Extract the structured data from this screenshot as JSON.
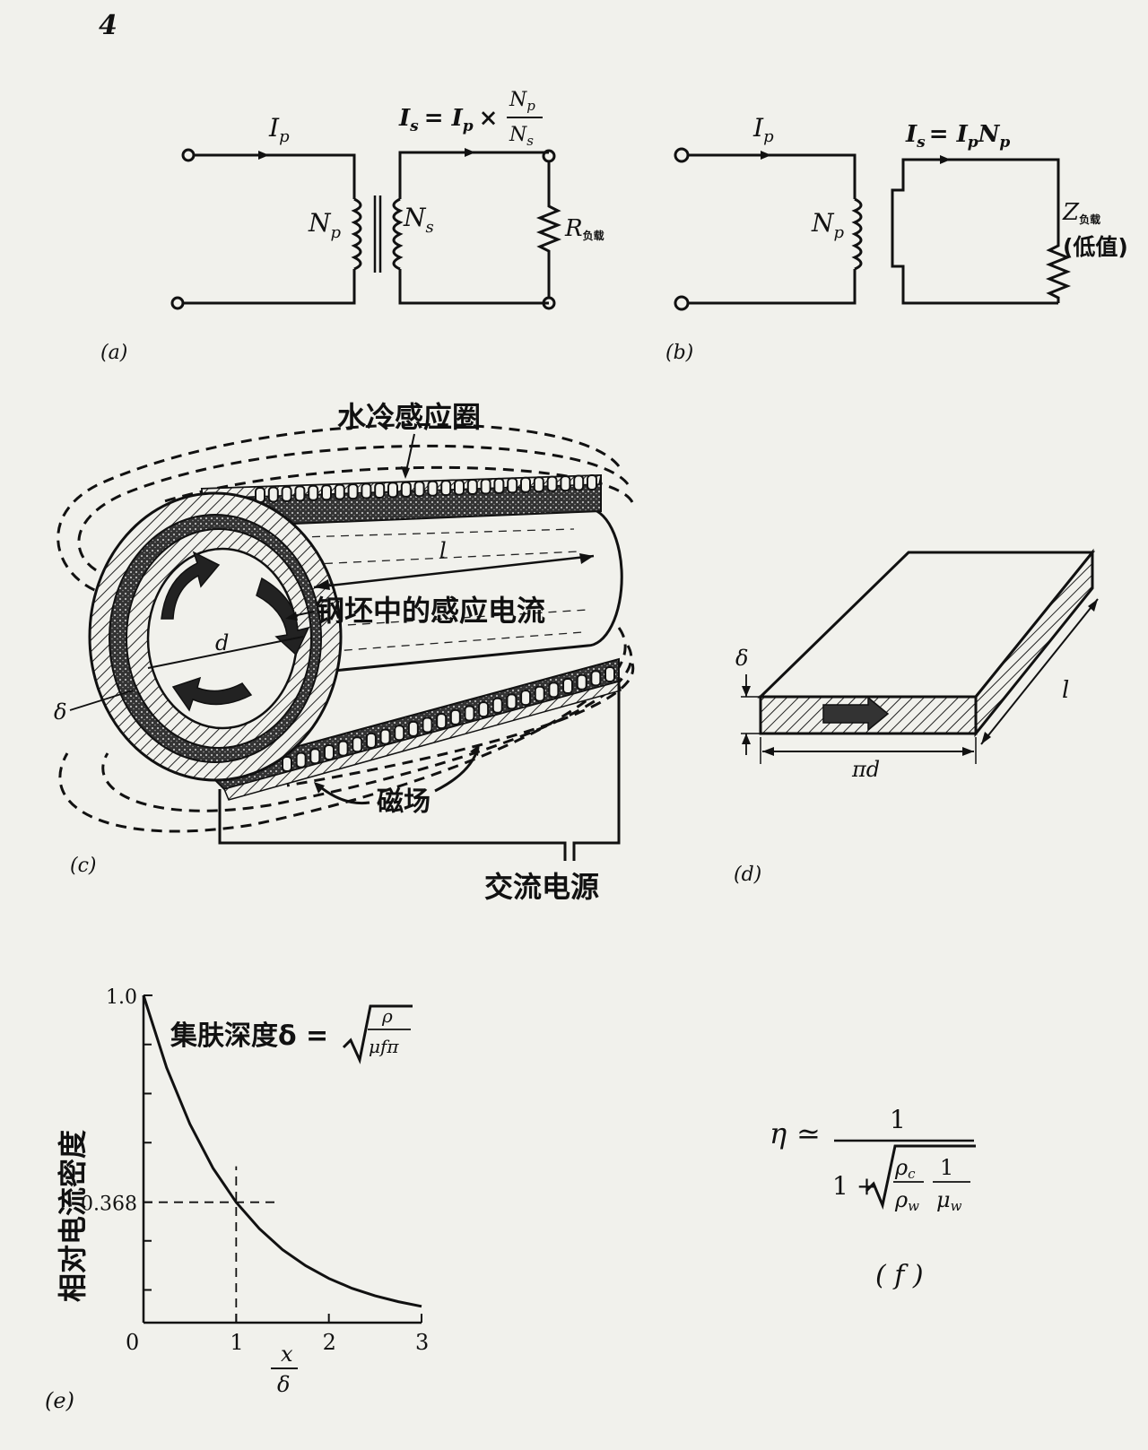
{
  "page_number": "4",
  "figure_a": {
    "label": "(a)",
    "ip": "I",
    "ip_sub": "p",
    "is_formula": "I",
    "is_formula_sub": "s",
    "is_formula_eq": "= I",
    "is_formula_eq_sub": "p",
    "is_formula_times": "×",
    "frac_num": "N",
    "frac_num_sub": "p",
    "frac_den": "N",
    "frac_den_sub": "s",
    "np": "N",
    "np_sub": "p",
    "ns": "N",
    "ns_sub": "s",
    "r": "R",
    "r_sub": "负载"
  },
  "figure_b": {
    "label": "(b)",
    "ip": "I",
    "ip_sub": "p",
    "is_formula": "I",
    "is_formula_sub": "s",
    "is_formula_rest": "= I",
    "is_formula_rest_sub": "p",
    "is_formula_np": "N",
    "is_formula_np_sub": "p",
    "np": "N",
    "np_sub": "p",
    "z": "Z",
    "z_sub": "负载",
    "z_note": "(低值)"
  },
  "figure_c": {
    "label": "(c)",
    "coil_label": "水冷感应圈",
    "current_label": "钢坯中的感应电流",
    "field_label": "磁场",
    "source_label": "交流电源",
    "length": "l",
    "diameter": "d",
    "depth": "δ"
  },
  "figure_d": {
    "label": "(d)",
    "thickness": "δ",
    "width": "πd",
    "length": "l"
  },
  "figure_e": {
    "label": "(e)",
    "ylabel": "相对电流密度",
    "formula_label": "集肤深度δ =",
    "formula_num": "ρ",
    "formula_den": "μfπ",
    "xlabel_num": "x",
    "xlabel_den": "δ",
    "annot_value": "0.368"
  },
  "figure_f": {
    "label": "( f )",
    "eta": "η",
    "approx": "≃",
    "num": "1",
    "den_prefix": "1 +",
    "rho_c": "ρ",
    "rho_c_sub": "c",
    "rho_w": "ρ",
    "rho_w_sub": "w",
    "one": "1",
    "mu_w": "μ",
    "mu_w_sub": "w"
  },
  "chart_data": {
    "type": "line",
    "x": [
      0,
      0.25,
      0.5,
      0.75,
      1,
      1.25,
      1.5,
      1.75,
      2,
      2.25,
      2.5,
      2.75,
      3
    ],
    "series": [
      {
        "values": [
          1.0,
          0.779,
          0.607,
          0.472,
          0.368,
          0.287,
          0.223,
          0.174,
          0.135,
          0.105,
          0.082,
          0.064,
          0.05
        ]
      }
    ],
    "xlim": [
      0,
      3
    ],
    "ylim": [
      0,
      1.0
    ],
    "xticks": [
      "0",
      "1",
      "2",
      "3"
    ],
    "yticks": [
      "1.0",
      "0.368"
    ],
    "annotation": {
      "x": 1,
      "y": 0.368
    },
    "grid": false
  }
}
